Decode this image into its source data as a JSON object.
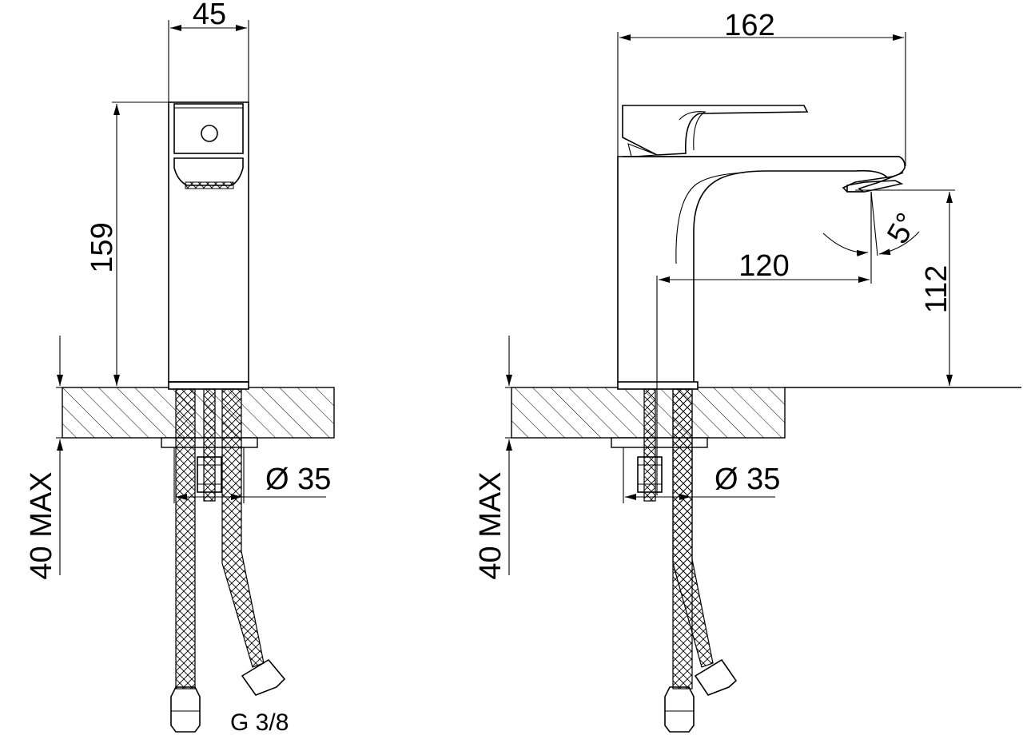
{
  "front_view": {
    "width_label": "45",
    "height_label": "159",
    "max_label": "40 MAX",
    "diameter_label": "Ø 35",
    "thread_label": "G 3/8"
  },
  "side_view": {
    "length_label": "162",
    "reach_label": "120",
    "spout_height_label": "112",
    "angle_label": "5°",
    "max_label": "40 MAX",
    "diameter_label": "Ø 35"
  }
}
